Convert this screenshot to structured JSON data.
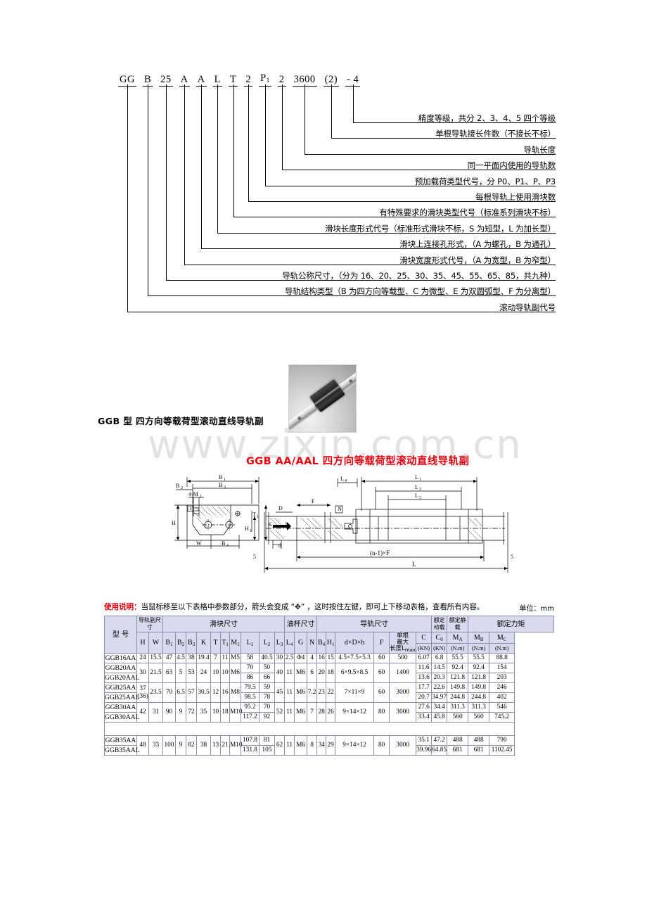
{
  "designation": {
    "code_tokens": [
      {
        "t": "GG",
        "underline": true
      },
      {
        "t": "B",
        "underline": true
      },
      {
        "t": "25",
        "underline": true
      },
      {
        "t": "A",
        "underline": true
      },
      {
        "t": "A",
        "underline": true
      },
      {
        "t": "L",
        "underline": true
      },
      {
        "t": "T",
        "underline": true
      },
      {
        "t": "2",
        "underline": true
      },
      {
        "t": "P1",
        "underline": true
      },
      {
        "t": "2",
        "underline": true
      },
      {
        "t": "3600",
        "underline": true
      },
      {
        "t": "(2)",
        "underline": true
      },
      {
        "t": "- 4",
        "underline": true
      }
    ],
    "descriptions": [
      "精度等级，共分 2、3、4、5 四个等级",
      "单根导轨接长件数（不接长不标）",
      "导轨长度",
      "同一平面内使用的导轨数",
      "预加载荷类型代号，分 P0、P1、P、P3",
      "每根导轨上使用滑块数",
      "有特殊要求的滑块类型代号（标准系列滑块不标）",
      "滑块长度形式代号（标准形式滑块不标，S 为短型，L 为加长型）",
      "滑块上连接孔形式，（A 为螺孔，B 为通孔）",
      "滑块宽度形式代号，（A 为宽型，B 为窄型）",
      "导轨公称尺寸，（分为 16、20、25、30、35、45、55、65、85，共九种）",
      "导轨结构类型（B 为四方向等载型、C 为微型、E 为双圆弧型、F 为分离型）",
      "滚动导轨副代号"
    ]
  },
  "photo_caption": "GGB 型  四方向等载荷型滚动直线导轨副",
  "watermark": "www.zixin.com.cn",
  "series_title": "GGB  AA/AAL  四方向等载荷型滚动直线导轨副",
  "drawing_labels": {
    "left_view": [
      "B1",
      "B2",
      "B3",
      "4-M1",
      "T",
      "T1",
      "H",
      "K",
      "W",
      "B4"
    ],
    "right_view": [
      "L4",
      "L1",
      "L2",
      "L3",
      "F",
      "D",
      "N",
      "d",
      "h",
      "H1",
      "5",
      "5",
      "(n-1)×F",
      "L"
    ]
  },
  "usage_note": {
    "lead": "使用说明：",
    "text": "当鼠标移至以下表格中参数部分，箭头会变成 “✥” ，这时按住左键，即可上下移动表格，查看所有内容。"
  },
  "unit_note": "单位：mm",
  "table": {
    "group_headers": [
      {
        "label": "型  号",
        "span": 1,
        "rowspan": 3
      },
      {
        "label": "导轨副尺寸",
        "span": 2
      },
      {
        "label": "滑块尺寸",
        "span": 10
      },
      {
        "label": "油杯尺寸",
        "span": 3
      },
      {
        "label": "导轨尺寸",
        "span": 6
      },
      {
        "label": "额定动载",
        "span": 1
      },
      {
        "label": "额定静载",
        "span": 1
      },
      {
        "label": "额定力矩",
        "span": 3
      }
    ],
    "sub_headers": [
      "H",
      "W",
      "B1",
      "B2",
      "B3",
      "K",
      "T",
      "T1",
      "M1",
      "L1",
      "L2",
      "L3",
      "L4",
      "G",
      "N",
      "B4",
      "H1",
      "d×D×h",
      "F",
      "单根最大长度Lmax",
      "C",
      "C0",
      "MA",
      "MB",
      "MC"
    ],
    "sub_units": [
      "",
      "",
      "",
      "",
      "",
      "",
      "",
      "",
      "",
      "",
      "",
      "",
      "",
      "",
      "",
      "",
      "",
      "",
      "",
      "",
      "(KN)",
      "(KN)",
      "(N.m)",
      "(N.m)",
      "(N.m)"
    ],
    "rows": [
      {
        "models": [
          "GGB16AA"
        ],
        "H": "24",
        "W": "15.5",
        "B1": "47",
        "B2": "4.5",
        "B3": "38",
        "K": "19.4",
        "T": "7",
        "T1": "11",
        "M1": "M5",
        "L1": [
          "58"
        ],
        "L2": [
          "40.5"
        ],
        "L3": "30",
        "L4": "2.5",
        "G": "Φ4",
        "N": "4",
        "B4": "16",
        "H1": "15",
        "dDh": "4.5×7.5×5.3",
        "F": "60",
        "Lmax": "500",
        "C": [
          "6.07"
        ],
        "C0": [
          "6.8"
        ],
        "MA": [
          "55.5"
        ],
        "MB": [
          "55.5"
        ],
        "MC": [
          "88.8"
        ]
      },
      {
        "models": [
          "GGB20AA",
          "GGB20AAL"
        ],
        "H": "30",
        "W": "21.5",
        "B1": "63",
        "B2": "5",
        "B3": "53",
        "K": "24",
        "T": "10",
        "T1": "10",
        "M1": "M6",
        "L1": [
          "70",
          "86"
        ],
        "L2": [
          "50",
          "66"
        ],
        "L3": "40",
        "L4": "11",
        "G": "M6",
        "N": "6",
        "B4": "20",
        "H1": "18",
        "dDh": "6×9.5×8.5",
        "F": "60",
        "Lmax": "1400",
        "C": [
          "11.6",
          "13.6"
        ],
        "C0": [
          "14.5",
          "20.3"
        ],
        "MA": [
          "92.4",
          "121.8"
        ],
        "MB": [
          "92.4",
          "121.8"
        ],
        "MC": [
          "154",
          "203"
        ]
      },
      {
        "models": [
          "GGB25AA",
          "GGB25AAL"
        ],
        "H": "37 (36)",
        "W": "23.5",
        "B1": "70",
        "B2": "6.5",
        "B3": "57",
        "K": "30.5",
        "T": "12",
        "T1": "16",
        "M1": "M8",
        "L1": [
          "79.5",
          "98.5"
        ],
        "L2": [
          "59",
          "78"
        ],
        "L3": "45",
        "L4": "11",
        "G": "M6",
        "N": "7.2",
        "B4": "23",
        "H1": "22",
        "dDh": "7×11×9",
        "F": "60",
        "Lmax": "3000",
        "C": [
          "17.7",
          "20.7"
        ],
        "C0": [
          "22.6",
          "34.97"
        ],
        "MA": [
          "149.8",
          "244.8"
        ],
        "MB": [
          "149.8",
          "244.8"
        ],
        "MC": [
          "246",
          "402"
        ]
      },
      {
        "models": [
          "GGB30AA",
          "GGB30AAL"
        ],
        "H": "42",
        "W": "31",
        "B1": "90",
        "B2": "9",
        "B3": "72",
        "K": "35",
        "T": "10",
        "T1": "18",
        "M1": "M10",
        "L1": [
          "95.2",
          "117.2"
        ],
        "L2": [
          "70",
          "92"
        ],
        "L3": "52",
        "L4": "11",
        "G": "M6",
        "N": "7",
        "B4": "28",
        "H1": "26",
        "dDh": "9×14×12",
        "F": "80",
        "Lmax": "3000",
        "C": [
          "27.6",
          "33.4"
        ],
        "C0": [
          "34.4",
          "45.8"
        ],
        "MA": [
          "311.3",
          "560"
        ],
        "MB": [
          "311.3",
          "560"
        ],
        "MC": [
          "546",
          "745.2"
        ]
      },
      {
        "models": [
          "GGB35AA",
          "GGB35AAL"
        ],
        "H": "48",
        "W": "33",
        "B1": "100",
        "B2": "9",
        "B3": "82",
        "K": "38",
        "T": "13",
        "T1": "21",
        "M1": "M10",
        "L1": [
          "107.8",
          "131.8"
        ],
        "L2": [
          "81",
          "105"
        ],
        "L3": "62",
        "L4": "11",
        "G": "M6",
        "N": "8",
        "B4": "34",
        "H1": "29",
        "dDh": "9×14×12",
        "F": "80",
        "Lmax": "3000",
        "C": [
          "35.1",
          "39.96"
        ],
        "C0": [
          "47.2",
          "64.85"
        ],
        "MA": [
          "488",
          "681"
        ],
        "MB": [
          "488",
          "681"
        ],
        "MC": [
          "790",
          "1102.45"
        ]
      }
    ]
  },
  "colors": {
    "accent_red": "#e8000d",
    "table_header_bg": "#d9d9ef",
    "table_border": "#8d8da8",
    "watermark": "#e2e2e2"
  }
}
